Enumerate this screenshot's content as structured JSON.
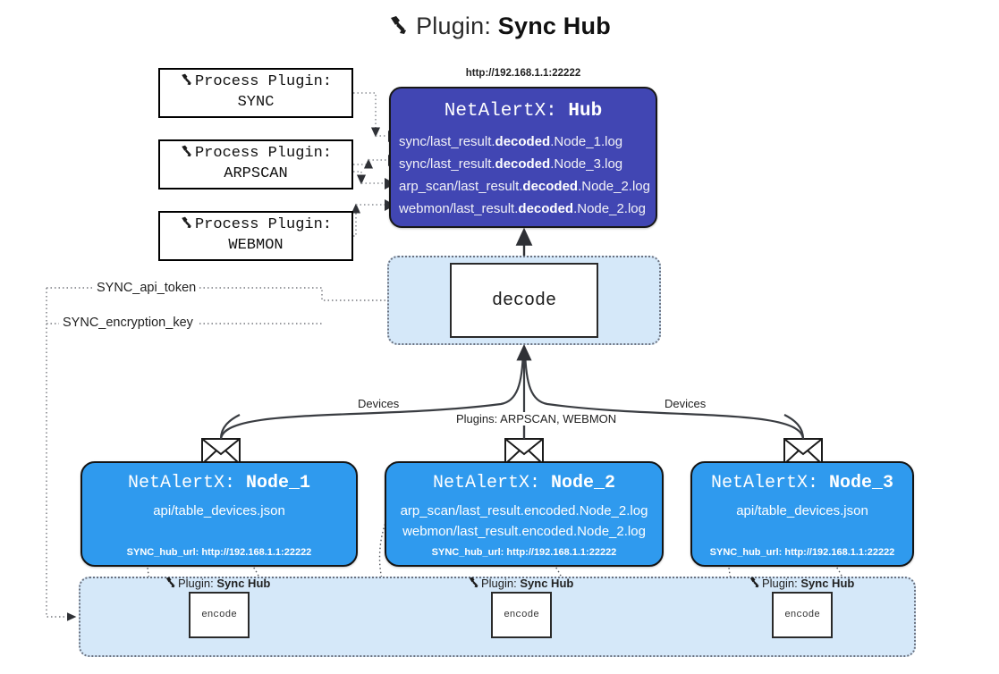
{
  "title": {
    "icon": "plug-icon",
    "prefix": "Plugin:",
    "name": "Sync Hub"
  },
  "process_plugins": [
    {
      "icon": "plug-icon",
      "line1": "Process Plugin:",
      "line2": "SYNC"
    },
    {
      "icon": "plug-icon",
      "line1": "Process Plugin:",
      "line2": "ARPSCAN"
    },
    {
      "icon": "plug-icon",
      "line1": "Process Plugin:",
      "line2": "WEBMON"
    }
  ],
  "hub": {
    "url": "http://192.168.1.1:22222",
    "title_prefix": "NetAlertX:",
    "title_name": "Hub",
    "logs": [
      {
        "pre": "sync/last_result.",
        "em": "decoded",
        "post": ".Node_1.log"
      },
      {
        "pre": "sync/last_result.",
        "em": "decoded",
        "post": ".Node_3.log"
      },
      {
        "pre": "arp_scan/last_result.",
        "em": "decoded",
        "post": ".Node_2.log"
      },
      {
        "pre": "webmon/last_result.",
        "em": "decoded",
        "post": ".Node_2.log"
      }
    ]
  },
  "decode": {
    "label": "decode"
  },
  "secrets": [
    "SYNC_api_token",
    "SYNC_encryption_key"
  ],
  "edge_labels": {
    "left": "Devices",
    "middle": "Plugins: ARPSCAN, WEBMON",
    "right": "Devices"
  },
  "nodes": [
    {
      "title_prefix": "NetAlertX:",
      "title_name": "Node_1",
      "lines": [
        "api/table_devices.json"
      ],
      "hub_url": "SYNC_hub_url: http://192.168.1.1:22222",
      "mail_icon": "envelope-icon"
    },
    {
      "title_prefix": "NetAlertX:",
      "title_name": "Node_2",
      "lines": [
        "arp_scan/last_result.encoded.Node_2.log",
        "webmon/last_result.encoded.Node_2.log"
      ],
      "hub_url": "SYNC_hub_url: http://192.168.1.1:22222",
      "mail_icon": "envelope-icon"
    },
    {
      "title_prefix": "NetAlertX:",
      "title_name": "Node_3",
      "lines": [
        "api/table_devices.json"
      ],
      "hub_url": "SYNC_hub_url: http://192.168.1.1:22222",
      "mail_icon": "envelope-icon"
    }
  ],
  "encoders": [
    {
      "icon": "plug-icon",
      "label_prefix": "Plugin:",
      "label_name": "Sync Hub",
      "box": "encode"
    },
    {
      "icon": "plug-icon",
      "label_prefix": "Plugin:",
      "label_name": "Sync Hub",
      "box": "encode"
    },
    {
      "icon": "plug-icon",
      "label_prefix": "Plugin:",
      "label_name": "Sync Hub",
      "box": "encode"
    }
  ],
  "colors": {
    "hub_fill": "#4146b3",
    "node_fill": "#2f9aee",
    "container_fill": "#d5e8f9",
    "stroke": "#2a2a2a"
  }
}
